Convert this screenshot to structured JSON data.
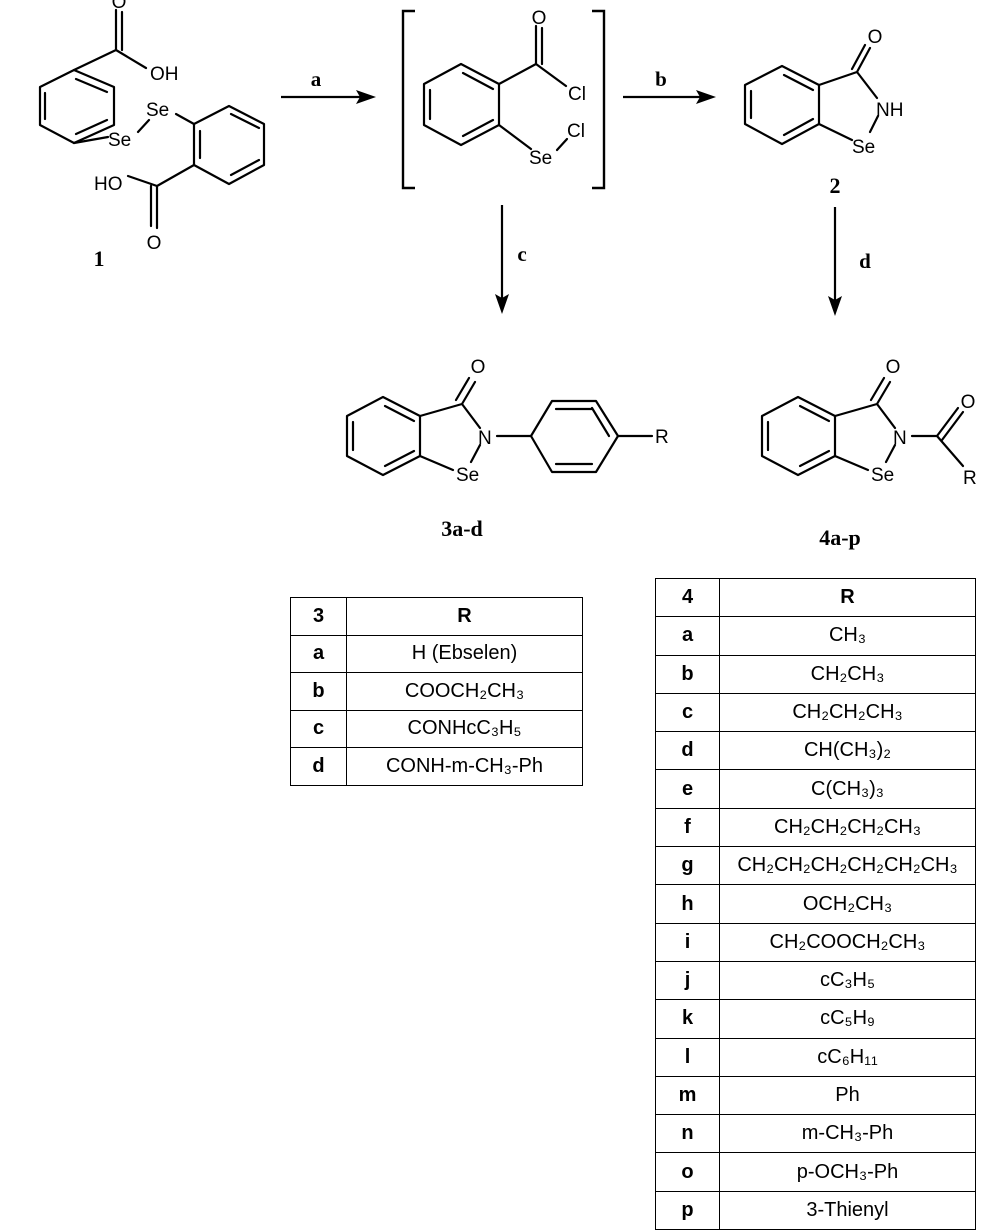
{
  "steps": {
    "a": "a",
    "b": "b",
    "c": "c",
    "d": "d"
  },
  "compounds": {
    "c1": "1",
    "c2": "2",
    "c3": "3a-d",
    "c4": "4a-p"
  },
  "atoms": {
    "o": "O",
    "oh": "OH",
    "ho": "HO",
    "se": "Se",
    "cl": "Cl",
    "nh": "NH",
    "n": "N",
    "r": "R"
  },
  "table3": {
    "headers": [
      "3",
      "R"
    ],
    "rows": [
      {
        "label": "a",
        "r": "H (Ebselen)"
      },
      {
        "label": "b",
        "r": "COOCH₂CH₃"
      },
      {
        "label": "c",
        "r": "CONHcC₃H₅"
      },
      {
        "label": "d",
        "r": "CONH-m-CH₃-Ph"
      }
    ]
  },
  "table4": {
    "headers": [
      "4",
      "R"
    ],
    "rows": [
      {
        "label": "a",
        "r": "CH₃"
      },
      {
        "label": "b",
        "r": "CH₂CH₃"
      },
      {
        "label": "c",
        "r": "CH₂CH₂CH₃"
      },
      {
        "label": "d",
        "r": "CH(CH₃)₂"
      },
      {
        "label": "e",
        "r": "C(CH₃)₃"
      },
      {
        "label": "f",
        "r": "CH₂CH₂CH₂CH₃"
      },
      {
        "label": "g",
        "r": "CH₂CH₂CH₂CH₂CH₂CH₃"
      },
      {
        "label": "h",
        "r": "OCH₂CH₃"
      },
      {
        "label": "i",
        "r": "CH₂COOCH₂CH₃"
      },
      {
        "label": "j",
        "r": "cC₃H₅"
      },
      {
        "label": "k",
        "r": "cC₅H₉"
      },
      {
        "label": "l",
        "r": "cC₆H₁₁"
      },
      {
        "label": "m",
        "r": "Ph"
      },
      {
        "label": "n",
        "r": "m-CH₃-Ph"
      },
      {
        "label": "o",
        "r": "p-OCH₃-Ph"
      },
      {
        "label": "p",
        "r": "3-Thienyl"
      }
    ]
  }
}
